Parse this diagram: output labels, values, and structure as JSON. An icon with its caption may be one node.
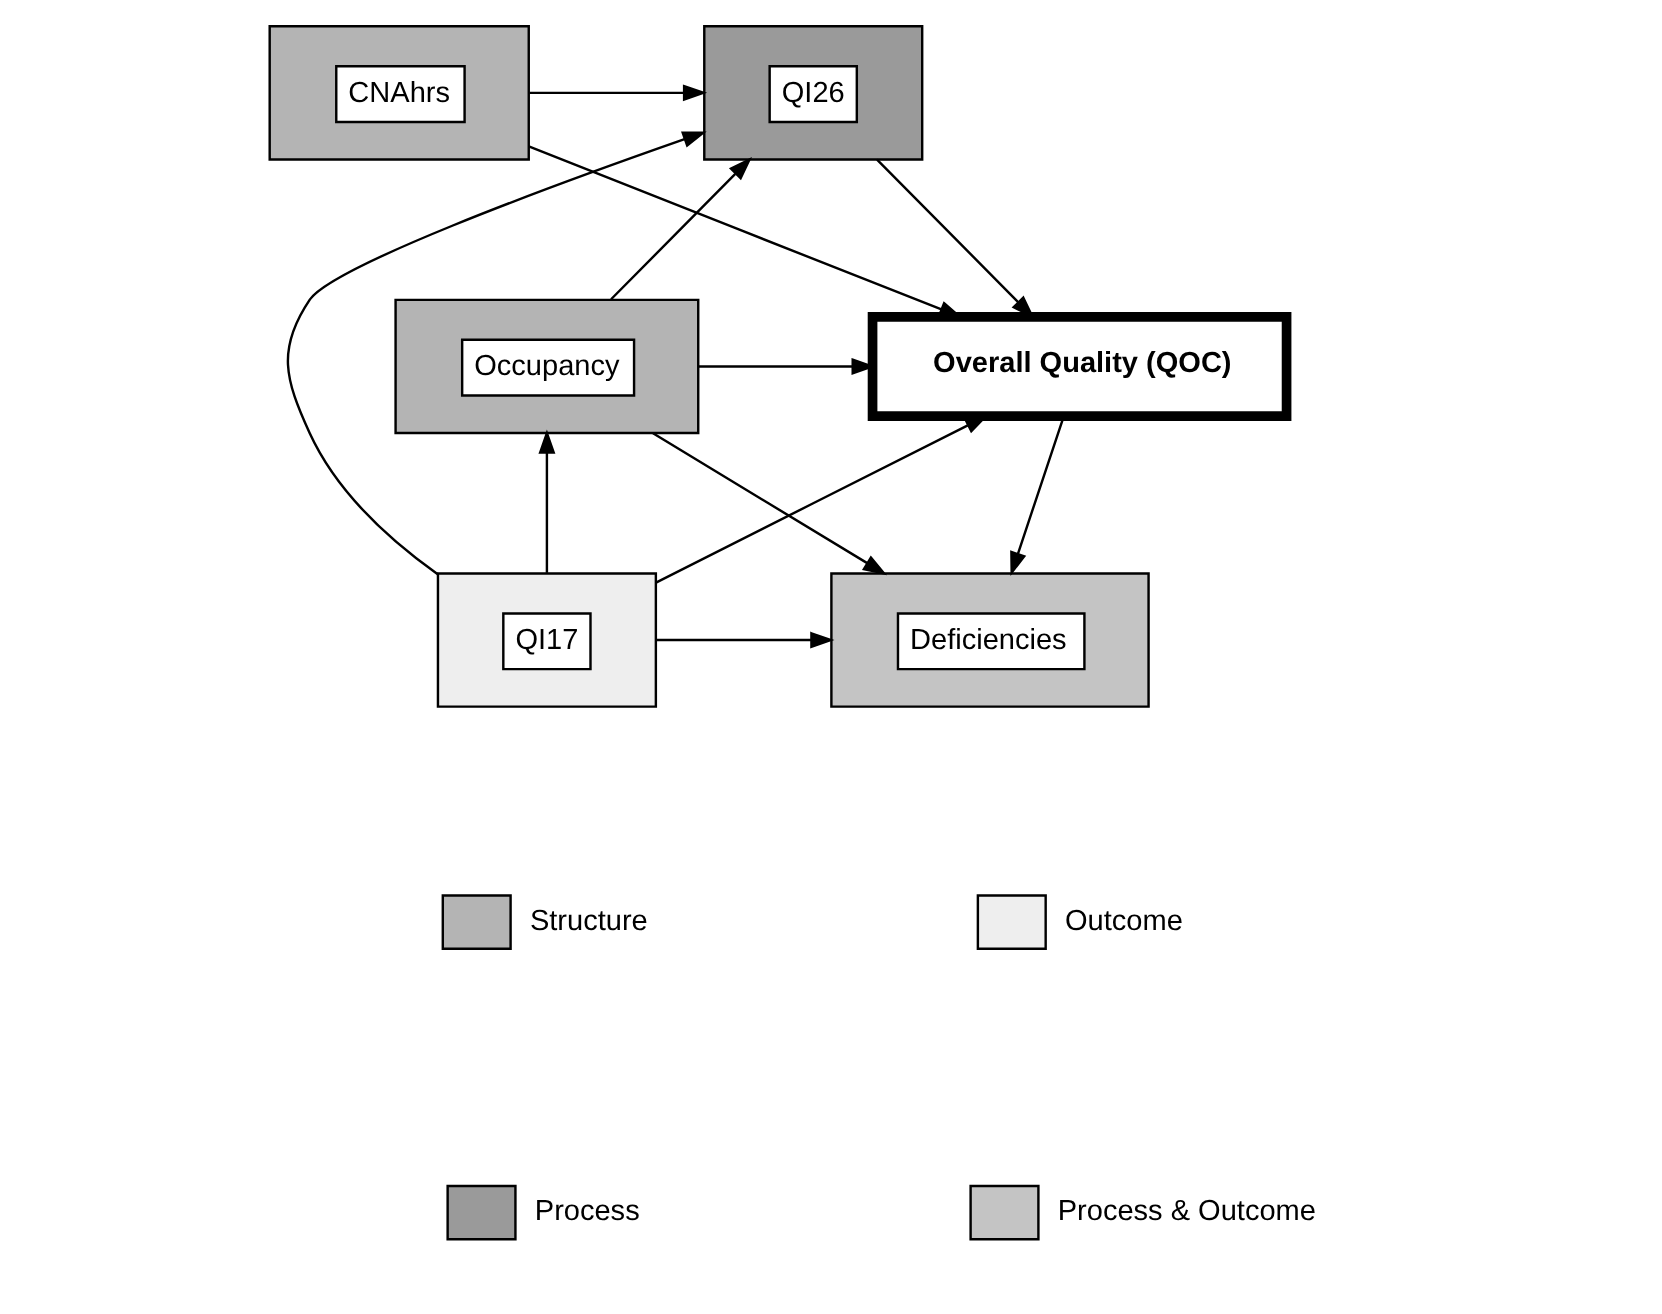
{
  "diagram": {
    "nodes": [
      {
        "text": [
          "CNAhrs"
        ]
      },
      {
        "text": [
          "QI26"
        ]
      },
      {
        "text": [
          "Occupancy"
        ]
      },
      {
        "text": [
          "Overall Quality (QOC)"
        ]
      },
      {
        "text": [
          "Deficiencies"
        ]
      },
      {
        "text": [
          "QI17"
        ]
      }
    ],
    "edges": [
      {
        "from": 0,
        "to": 1,
        "arrow": "to"
      },
      {
        "from": 0,
        "to": 3,
        "arrow": "to"
      },
      {
        "from": 2,
        "to": 1,
        "arrow": "to"
      },
      {
        "from": 1,
        "to": 3,
        "arrow": "to"
      },
      {
        "from": 5,
        "to": 1,
        "arrow": "to"
      },
      {
        "from": 2,
        "to": 3,
        "arrow": "to"
      },
      {
        "from": 5,
        "to": 2,
        "arrow": "to"
      },
      {
        "from": 5,
        "to": 3,
        "arrow": "to"
      },
      {
        "from": 2,
        "to": 4,
        "arrow": "to"
      },
      {
        "from": 3,
        "to": 4,
        "arrow": "to"
      },
      {
        "from": 5,
        "to": 4,
        "arrow": "to"
      }
    ],
    "legend": [
      {
        "text": "Structure"
      },
      {
        "text": "Outcome"
      },
      {
        "text": "Process"
      },
      {
        "text": "Process & Outcome"
      }
    ]
  }
}
